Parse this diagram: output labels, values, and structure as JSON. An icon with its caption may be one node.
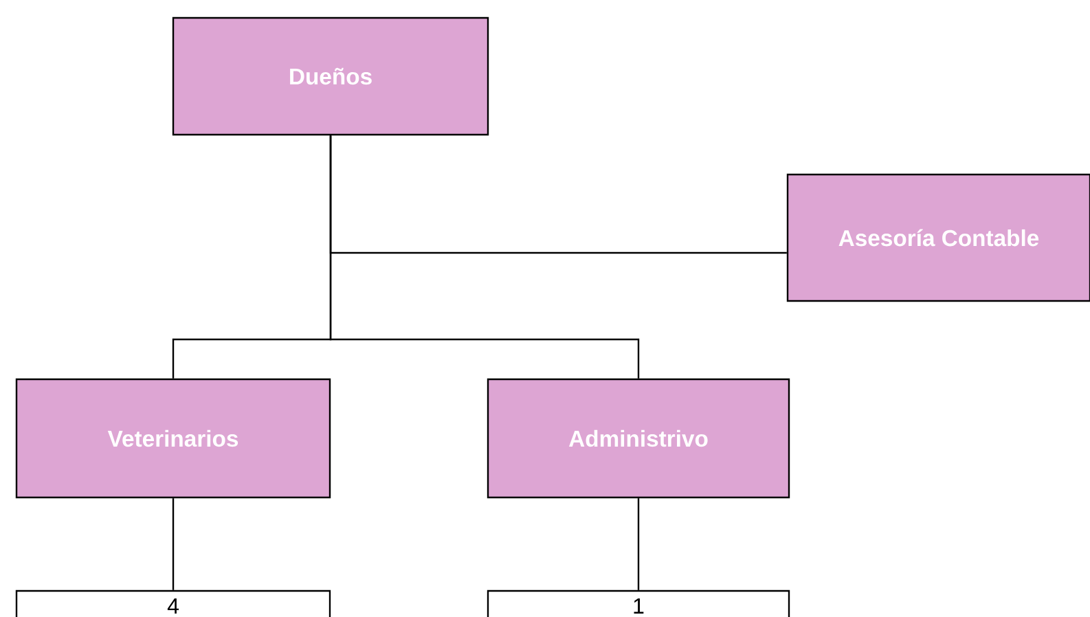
{
  "diagram": {
    "nodes": [
      {
        "text": [
          "Dueños"
        ]
      },
      {
        "text": [
          "Asesoría Contable"
        ]
      },
      {
        "text": [
          "Veterinarios"
        ]
      },
      {
        "text": [
          "Administrivo"
        ]
      },
      {
        "text": [
          "4"
        ]
      },
      {
        "text": [
          "1"
        ]
      }
    ],
    "edges": [
      {
        "from": 0,
        "to": 1,
        "arrow": "none"
      },
      {
        "from": 0,
        "to": 2,
        "arrow": "none"
      },
      {
        "from": 0,
        "to": 3,
        "arrow": "none"
      },
      {
        "from": 2,
        "to": 4,
        "arrow": "none"
      },
      {
        "from": 3,
        "to": 5,
        "arrow": "none"
      }
    ]
  }
}
